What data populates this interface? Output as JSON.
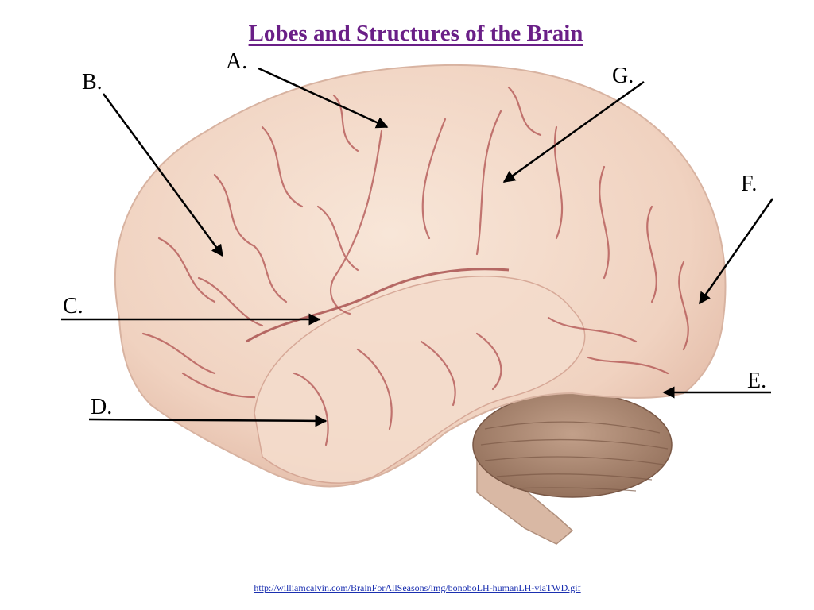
{
  "title": "Lobes and Structures of the Brain",
  "labels": {
    "A": "A.",
    "B": "B.",
    "C": "C.",
    "D": "D.",
    "E": "E.",
    "F": "F.",
    "G": "G."
  },
  "source_link": "http://williamcalvin.com/BrainForAllSeasons/img/bonoboLH-humanLH-viaTWD.gif",
  "colors": {
    "title": "#6a1f87",
    "brain": "#f2d6c4",
    "sulcus": "#b0504f",
    "cerebellum": "#a58069",
    "arrow": "#000000",
    "link": "#1a2fb0"
  }
}
